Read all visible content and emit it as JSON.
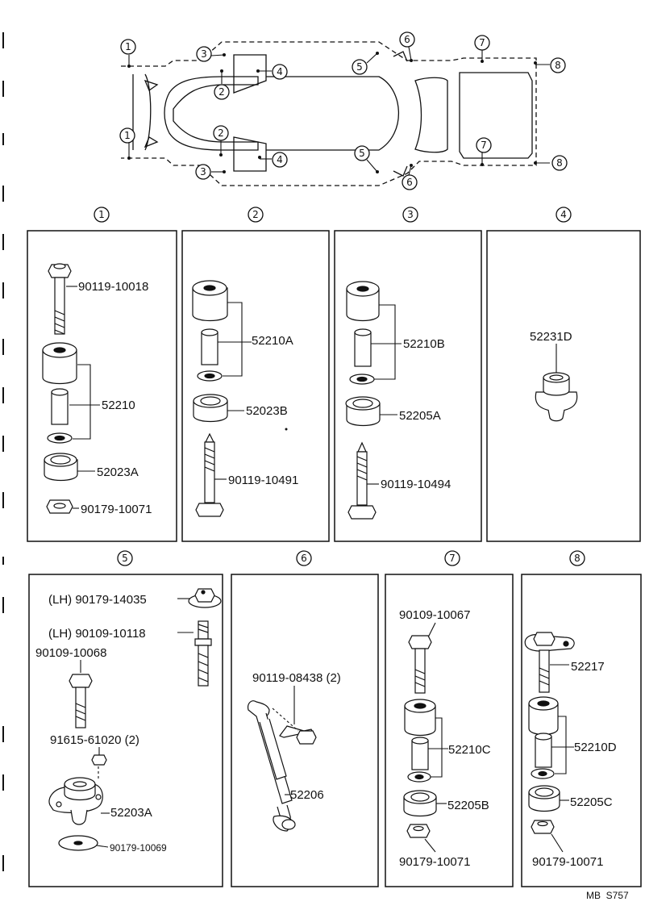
{
  "sections": [
    {
      "num": "1",
      "parts": [
        "90119-10018",
        "52210",
        "52023A",
        "90179-10071"
      ]
    },
    {
      "num": "2",
      "parts": [
        "52210A",
        "52023B",
        "90119-10491"
      ]
    },
    {
      "num": "3",
      "parts": [
        "52210B",
        "52205A",
        "90119-10494"
      ]
    },
    {
      "num": "4",
      "parts": [
        "52231D"
      ]
    },
    {
      "num": "5",
      "parts": [
        "(LH) 90179-14035",
        "(LH) 90109-10118",
        "90109-10068",
        "91615-61020 (2)",
        "52203A",
        "90179-10069"
      ]
    },
    {
      "num": "6",
      "parts": [
        "90119-08438 (2)",
        "52206"
      ]
    },
    {
      "num": "7",
      "parts": [
        "90109-10067",
        "52210C",
        "52205B",
        "90179-10071"
      ]
    },
    {
      "num": "8",
      "parts": [
        "52217",
        "52210D",
        "52205C",
        "90179-10071"
      ]
    }
  ],
  "frame_callouts": [
    "1",
    "1",
    "2",
    "2",
    "3",
    "3",
    "4",
    "4",
    "5",
    "5",
    "6",
    "6",
    "7",
    "7",
    "8",
    "8"
  ],
  "footer_code": "MB  S757"
}
